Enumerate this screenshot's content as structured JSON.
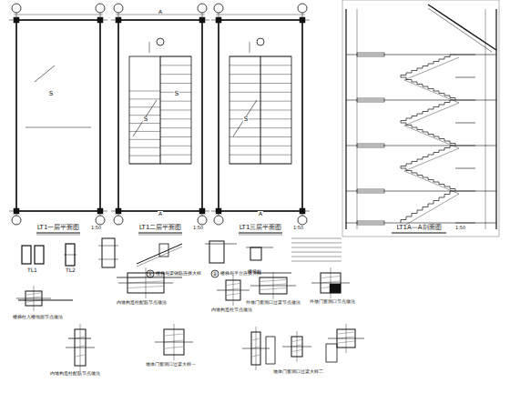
{
  "diagram": {
    "labels": [
      "LT1一层平面图",
      "1:50",
      "LT1二层平面图",
      "1:50",
      "LT1三层平面图",
      "1:50",
      "LT1A—A剖面图",
      "1:50",
      "S",
      "S",
      "S",
      "S",
      "A",
      "A",
      "A",
      "TL1",
      "TL2",
      "①",
      "楼梯与梁钢筋连接大样",
      "②",
      "楼梯与平台连接大样",
      "楼梯柱",
      "楼梯柱入楼地面节点做法",
      "内墙构造柱配筋节点做法",
      "内墙构造柱节点做法",
      "外墙门窗洞口过梁节点做法",
      "外墙门窗洞口节点做法",
      "内墙构造柱配筋节点做法",
      "墙体门窗洞口过梁大样一",
      "墙体门窗洞口过梁大样二"
    ]
  }
}
